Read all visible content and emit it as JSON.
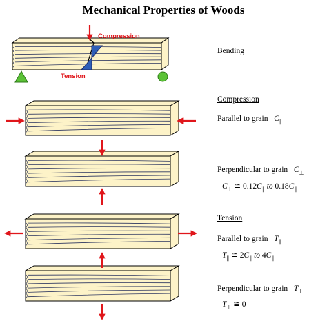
{
  "title": "Mechanical Properties of Woods",
  "beam_labels": {
    "compression": "Compression",
    "tension": "Tension"
  },
  "sections": {
    "bending": "Bending",
    "compression_head": "Compression",
    "parallel_compression": "Parallel to grain",
    "perp_compression": "Perpendicular to grain",
    "tension_head": "Tension",
    "parallel_tension": "Parallel to grain",
    "perp_tension": "Perpendicular to grain"
  },
  "symbols": {
    "c_par": "C",
    "c_par_sub": "∥",
    "c_perp": "C",
    "c_perp_sub": "⊥",
    "t_par": "T",
    "t_par_sub": "∥",
    "t_perp": "T",
    "t_perp_sub": "⊥"
  },
  "formulas": {
    "c_perp_rel": "≅ 0.12",
    "c_perp_to": "to",
    "c_perp_end": "0.18",
    "t_par_rel": "≅ 2",
    "t_par_to": "to",
    "t_par_end": "4",
    "t_perp_rel": "≅ 0"
  },
  "colors": {
    "wood": "#fdf3c8",
    "grain": "#2c3560",
    "arrow": "#e0161b",
    "support_triangle": "#5bc236",
    "support_circle": "#5bc236",
    "stress_blue": "#2f5fb8"
  }
}
